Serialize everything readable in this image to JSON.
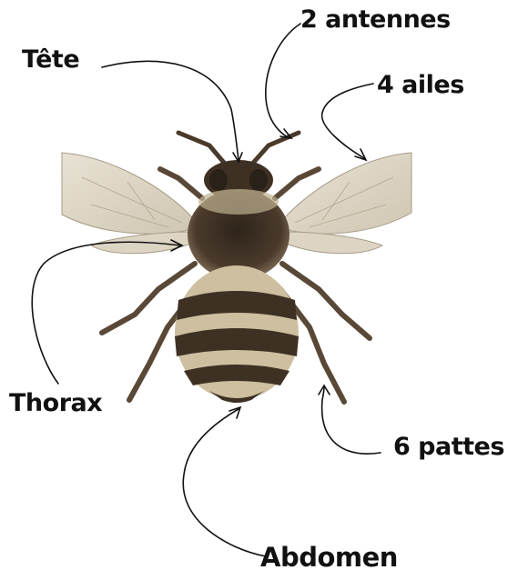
{
  "labels": {
    "head": "Tête",
    "antennae": "2 antennes",
    "wings": "4 ailes",
    "thorax": "Thorax",
    "legs": "6 pattes",
    "abdomen": "Abdomen"
  },
  "colors": {
    "ink": "#111111",
    "wing": "#d6cfbf",
    "body_dark": "#3e3124",
    "body_light": "#cdbf9f"
  }
}
